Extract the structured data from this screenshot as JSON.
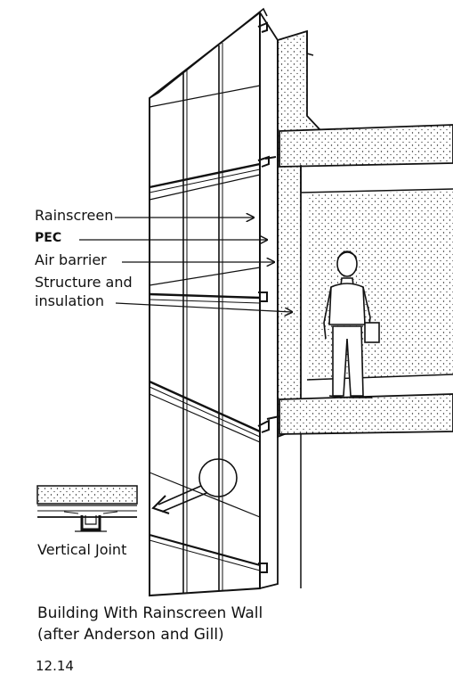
{
  "callouts": {
    "rainscreen": "Rainscreen",
    "pec": "PEC",
    "air_barrier": "Air barrier",
    "structure_line1": "Structure and",
    "structure_line2": "insulation"
  },
  "detail": {
    "vertical_joint_label": "Vertical Joint"
  },
  "caption": {
    "line1": "Building With Rainscreen Wall",
    "line2": "(after Anderson and Gill)"
  },
  "figure_number": "12.14",
  "colors": {
    "ink": "#111111",
    "stipple": "#f3f3f3",
    "paper": "#ffffff"
  }
}
